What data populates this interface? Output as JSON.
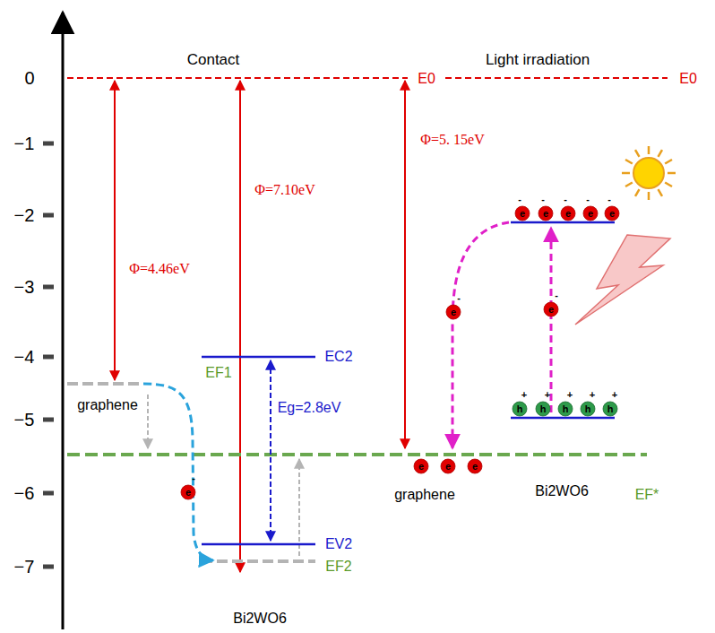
{
  "diagram": {
    "labels": [
      "0",
      "−1",
      "−2",
      "−3",
      "−4",
      "−5",
      "−6",
      "−7",
      "Contact",
      "Light irradiation",
      "E0",
      "E0",
      "Φ=4.46eV",
      "Φ=7.10eV",
      "Φ=5. 15eV",
      "graphene",
      "EF1",
      "EC2",
      "Eg=2.8eV",
      "EV2",
      "EF2",
      "Bi2WO6",
      "graphene",
      "Bi2WO6",
      "EF*",
      "e",
      "-",
      "e",
      "e",
      "e",
      "e",
      "-",
      "e",
      "-",
      "e",
      "e",
      "e",
      "e",
      "e",
      "-",
      "-",
      "-",
      "-",
      "-",
      "h",
      "h",
      "h",
      "h",
      "h",
      "+",
      "+",
      "+",
      "+",
      "+"
    ]
  }
}
